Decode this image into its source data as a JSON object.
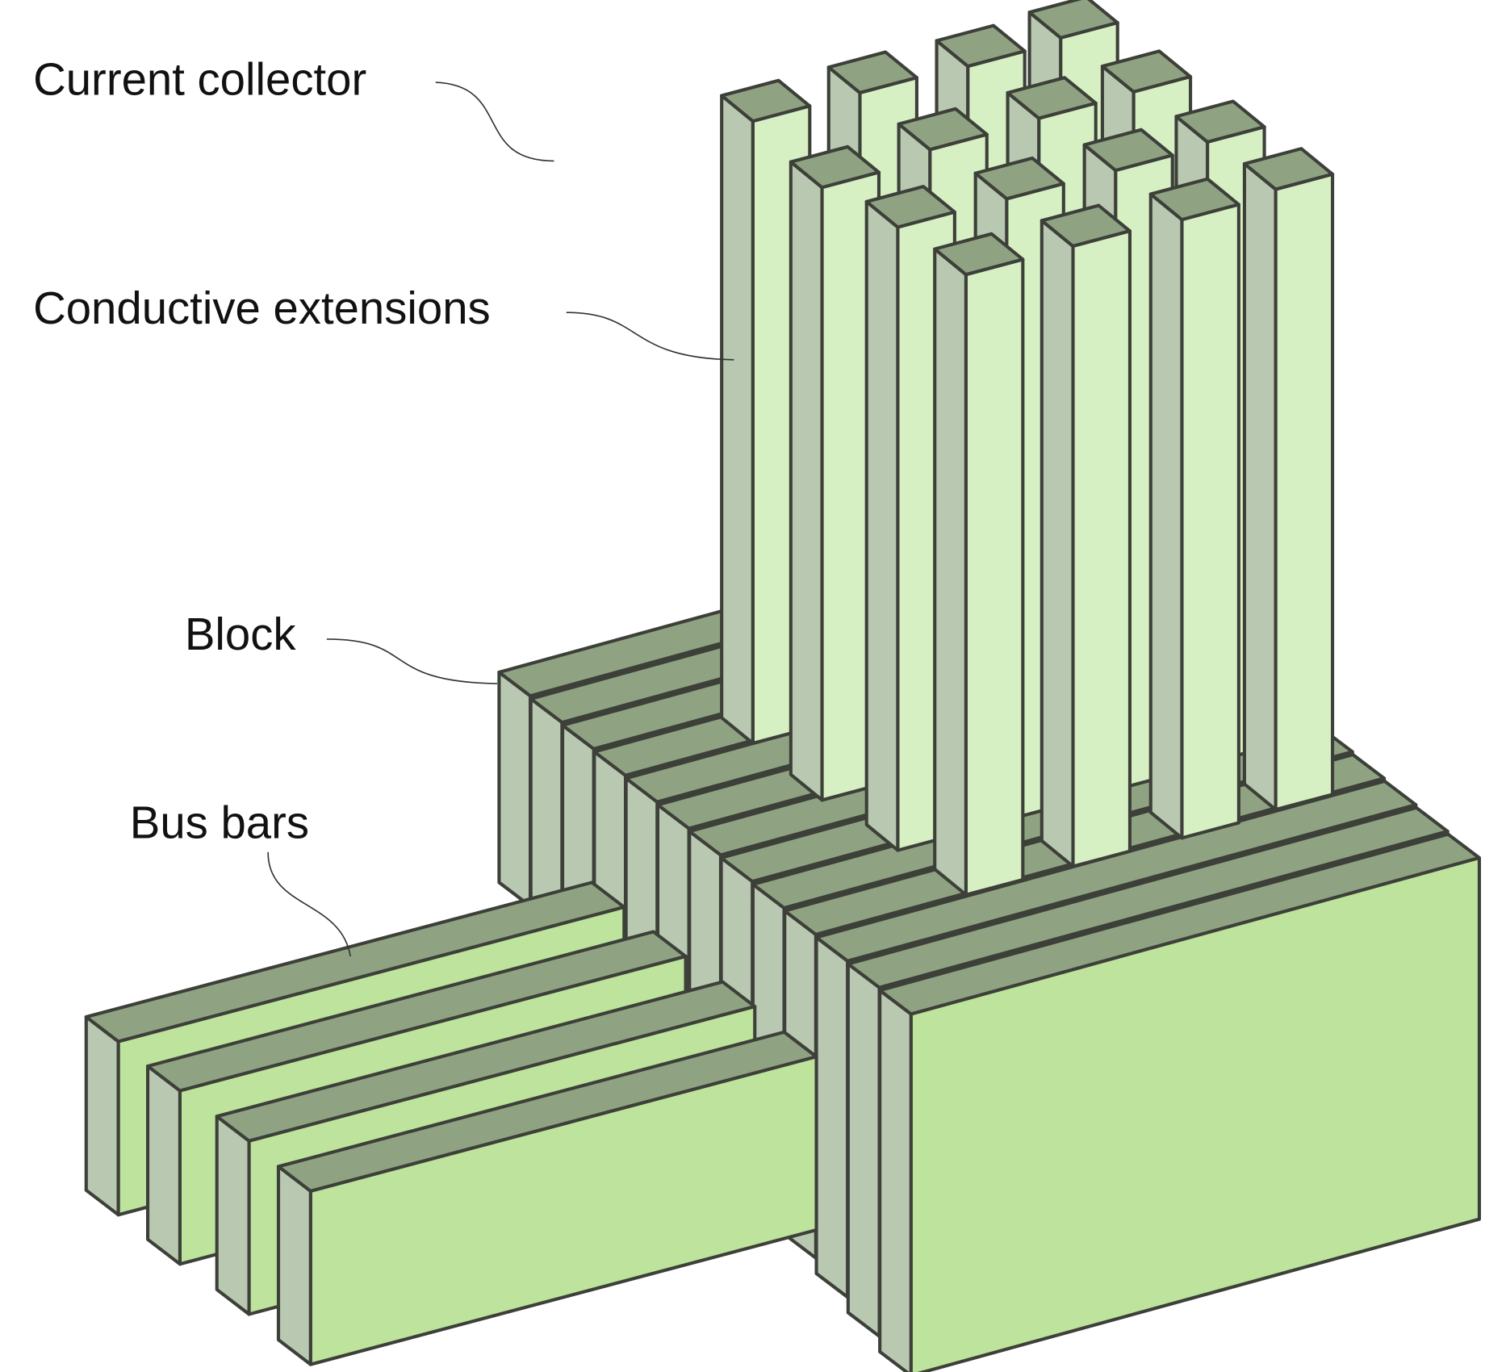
{
  "labels": {
    "current_collector": "Current collector",
    "conductive_extensions": "Conductive extensions",
    "block": "Block",
    "bus_bars": "Bus bars"
  },
  "colors": {
    "top_face": "#8fa383",
    "side_face": "#b9c8b0",
    "extension_front": "#d6f0c4",
    "block_front": "#bde39c",
    "outline": "#3d4039"
  }
}
